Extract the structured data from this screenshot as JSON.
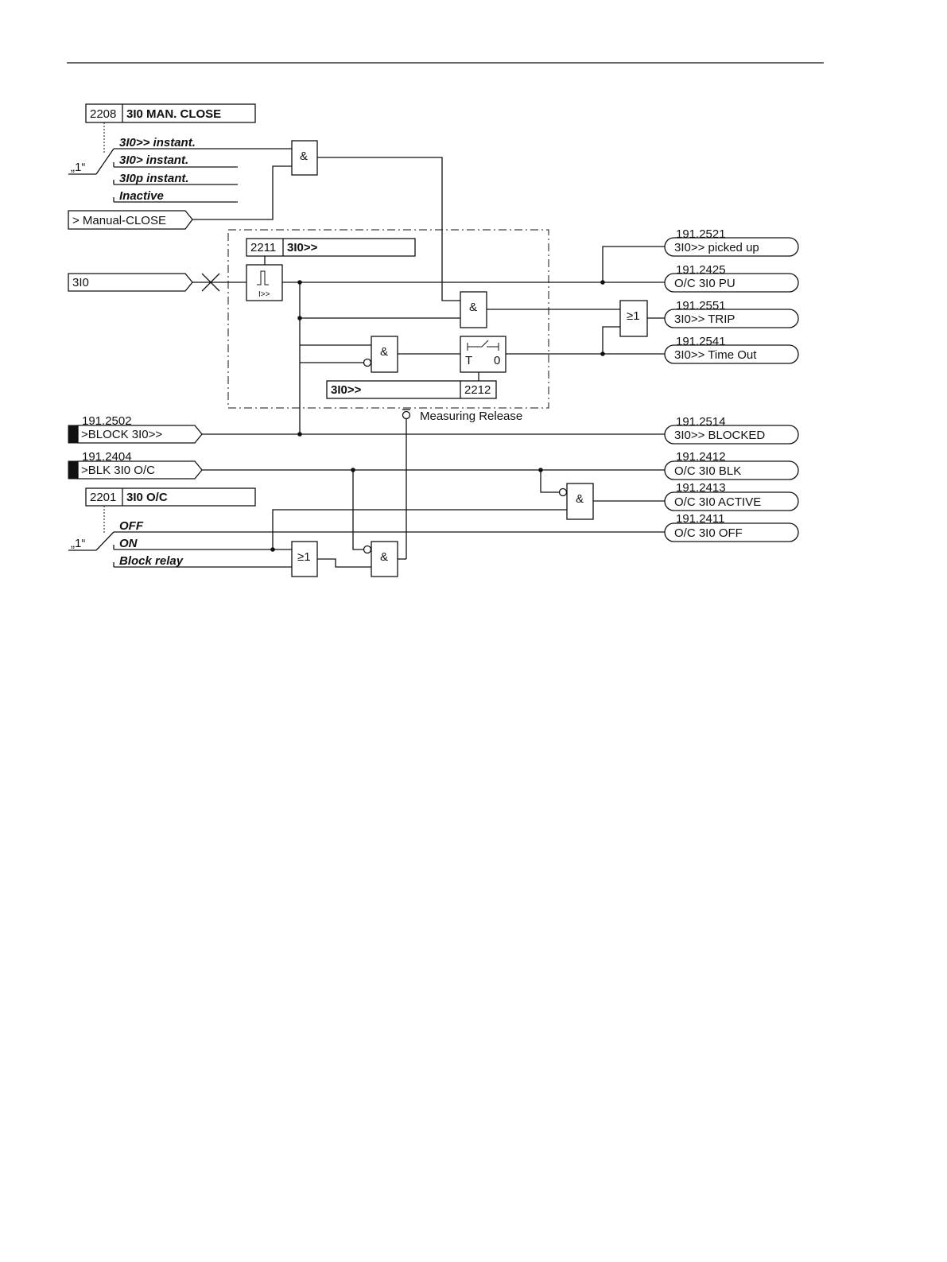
{
  "settings": {
    "man_close": {
      "address": "2208",
      "name": "3I0 MAN. CLOSE"
    },
    "pickup": {
      "address": "2211",
      "name": "3I0>>"
    },
    "delay": {
      "address": "2212",
      "name": "3I0>>"
    },
    "oc_mode": {
      "address": "2201",
      "name": "3I0 O/C"
    }
  },
  "switch_label": "„1“",
  "man_close_options": [
    "3I0>> instant.",
    "3I0> instant.",
    "3I0p instant.",
    "Inactive"
  ],
  "oc_options": [
    "OFF",
    "ON",
    "Block relay"
  ],
  "inputs": {
    "manual_close": ">  Manual-CLOSE",
    "current": "3I0",
    "block_3i0": {
      "number": "191.2502",
      "label": ">BLOCK 3I0>>"
    },
    "blk_oc": {
      "number": "191.2404",
      "label": ">BLK 3I0 O/C"
    }
  },
  "gates": {
    "and_symbol": "&",
    "or_symbol": "≥1",
    "threshold_label": "I>>"
  },
  "timer": {
    "t_label": "T",
    "zero_label": "0"
  },
  "measuring_release": "Measuring Release",
  "outputs": [
    {
      "number": "191.2521",
      "label": "3I0>> picked up"
    },
    {
      "number": "191.2425",
      "label": "O/C 3I0 PU"
    },
    {
      "number": "191.2551",
      "label": "3I0>> TRIP"
    },
    {
      "number": "191.2541",
      "label": "3I0>> Time Out"
    },
    {
      "number": "191.2514",
      "label": "3I0>> BLOCKED"
    },
    {
      "number": "191.2412",
      "label": "O/C 3I0 BLK"
    },
    {
      "number": "191.2413",
      "label": "O/C 3I0 ACTIVE"
    },
    {
      "number": "191.2411",
      "label": "O/C 3I0 OFF"
    }
  ]
}
